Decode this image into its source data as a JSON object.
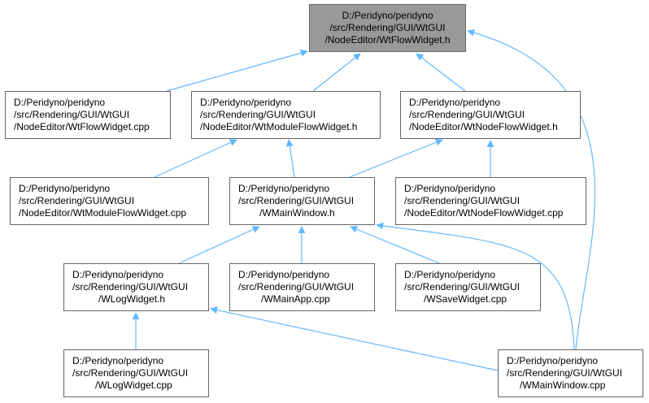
{
  "colors": {
    "edge": "#63b8ff",
    "focus_fill": "#999999",
    "node_border": "#666666",
    "node_fill": "#ffffff"
  },
  "nodes": [
    {
      "id": "wtflowwidget_h",
      "lines": [
        "D:/Peridyno/peridyno",
        "/src/Rendering/GUI/WtGUI",
        "/NodeEditor/WtFlowWidget.h"
      ],
      "focus": true
    },
    {
      "id": "wtflowwidget_cpp",
      "lines": [
        "D:/Peridyno/peridyno",
        "/src/Rendering/GUI/WtGUI",
        "/NodeEditor/WtFlowWidget.cpp"
      ]
    },
    {
      "id": "wtmoduleflowwidget_h",
      "lines": [
        "D:/Peridyno/peridyno",
        "/src/Rendering/GUI/WtGUI",
        "/NodeEditor/WtModuleFlowWidget.h"
      ]
    },
    {
      "id": "wtnodeflowwidget_h",
      "lines": [
        "D:/Peridyno/peridyno",
        "/src/Rendering/GUI/WtGUI",
        "/NodeEditor/WtNodeFlowWidget.h"
      ]
    },
    {
      "id": "wtmoduleflowwidget_cpp",
      "lines": [
        "D:/Peridyno/peridyno",
        "/src/Rendering/GUI/WtGUI",
        "/NodeEditor/WtModuleFlowWidget.cpp"
      ]
    },
    {
      "id": "wmainwindow_h",
      "lines": [
        "D:/Peridyno/peridyno",
        "/src/Rendering/GUI/WtGUI",
        "/WMainWindow.h"
      ]
    },
    {
      "id": "wtnodeflowwidget_cpp",
      "lines": [
        "D:/Peridyno/peridyno",
        "/src/Rendering/GUI/WtGUI",
        "/NodeEditor/WtNodeFlowWidget.cpp"
      ]
    },
    {
      "id": "wlogwidget_h",
      "lines": [
        "D:/Peridyno/peridyno",
        "/src/Rendering/GUI/WtGUI",
        "/WLogWidget.h"
      ]
    },
    {
      "id": "wmainapp_cpp",
      "lines": [
        "D:/Peridyno/peridyno",
        "/src/Rendering/GUI/WtGUI",
        "/WMainApp.cpp"
      ]
    },
    {
      "id": "wsavewidget_cpp",
      "lines": [
        "D:/Peridyno/peridyno",
        "/src/Rendering/GUI/WtGUI",
        "/WSaveWidget.cpp"
      ]
    },
    {
      "id": "wlogwidget_cpp",
      "lines": [
        "D:/Peridyno/peridyno",
        "/src/Rendering/GUI/WtGUI",
        "/WLogWidget.cpp"
      ]
    },
    {
      "id": "wmainwindow_cpp",
      "lines": [
        "D:/Peridyno/peridyno",
        "/src/Rendering/GUI/WtGUI",
        "/WMainWindow.cpp"
      ]
    }
  ],
  "edges": [
    {
      "from": "wtflowwidget_cpp",
      "to": "wtflowwidget_h"
    },
    {
      "from": "wtmoduleflowwidget_h",
      "to": "wtflowwidget_h"
    },
    {
      "from": "wtnodeflowwidget_h",
      "to": "wtflowwidget_h"
    },
    {
      "from": "wmainwindow_cpp",
      "to": "wtflowwidget_h"
    },
    {
      "from": "wtmoduleflowwidget_cpp",
      "to": "wtmoduleflowwidget_h"
    },
    {
      "from": "wmainwindow_h",
      "to": "wtmoduleflowwidget_h"
    },
    {
      "from": "wmainwindow_h",
      "to": "wtnodeflowwidget_h"
    },
    {
      "from": "wtnodeflowwidget_cpp",
      "to": "wtnodeflowwidget_h"
    },
    {
      "from": "wlogwidget_h",
      "to": "wmainwindow_h"
    },
    {
      "from": "wmainapp_cpp",
      "to": "wmainwindow_h"
    },
    {
      "from": "wsavewidget_cpp",
      "to": "wmainwindow_h"
    },
    {
      "from": "wmainwindow_cpp",
      "to": "wmainwindow_h"
    },
    {
      "from": "wlogwidget_cpp",
      "to": "wlogwidget_h"
    },
    {
      "from": "wmainwindow_cpp",
      "to": "wlogwidget_h"
    }
  ]
}
